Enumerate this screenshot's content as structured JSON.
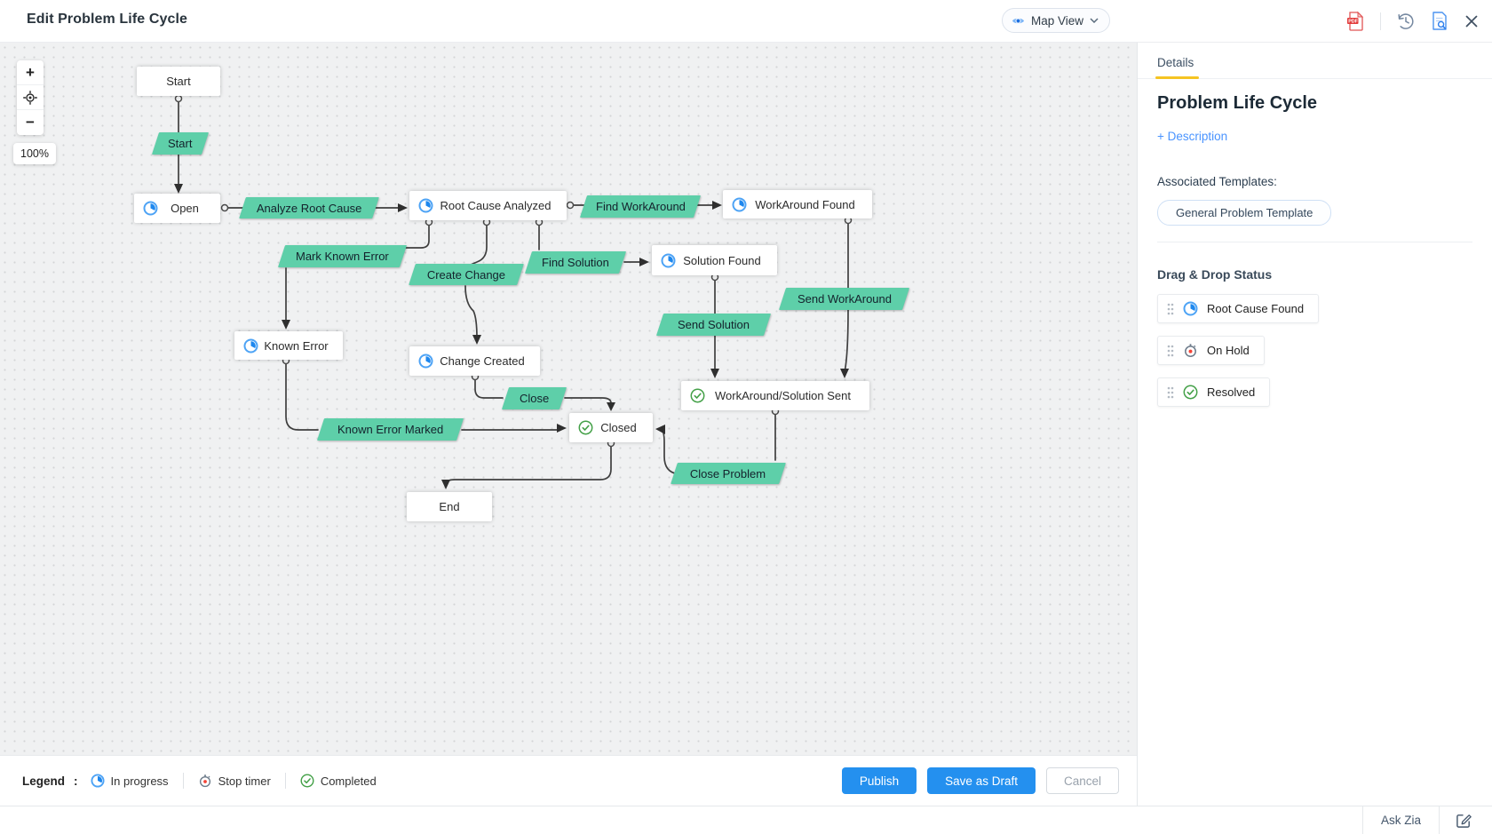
{
  "header": {
    "title": "Edit Problem Life Cycle",
    "view_switcher": "Map View"
  },
  "zoom_controls": {
    "zoom_in": "+",
    "zoom_out": "−",
    "zoom_level": "100%"
  },
  "flowchart": {
    "nodes": [
      {
        "label": "Start",
        "icon": "none"
      },
      {
        "label": "Open",
        "icon": "in-progress"
      },
      {
        "label": "Root Cause Analyzed",
        "icon": "in-progress"
      },
      {
        "label": "WorkAround Found",
        "icon": "in-progress"
      },
      {
        "label": "Solution Found",
        "icon": "in-progress"
      },
      {
        "label": "Known Error",
        "icon": "in-progress"
      },
      {
        "label": "Change Created",
        "icon": "in-progress"
      },
      {
        "label": "WorkAround/Solution Sent",
        "icon": "completed"
      },
      {
        "label": "Closed",
        "icon": "completed"
      },
      {
        "label": "End",
        "icon": "none"
      }
    ],
    "transitions": [
      {
        "label": "Start"
      },
      {
        "label": "Analyze Root Cause"
      },
      {
        "label": "Find WorkAround"
      },
      {
        "label": "Mark Known Error"
      },
      {
        "label": "Create Change"
      },
      {
        "label": "Find Solution"
      },
      {
        "label": "Send WorkAround"
      },
      {
        "label": "Send Solution"
      },
      {
        "label": "Close"
      },
      {
        "label": "Known Error Marked"
      },
      {
        "label": "Close Problem"
      }
    ]
  },
  "sidebar": {
    "tab_label": "Details",
    "title": "Problem Life Cycle",
    "description_link": "+ Description",
    "templates_label": "Associated Templates:",
    "templates": [
      {
        "label": "General Problem Template"
      }
    ],
    "drag_drop_heading": "Drag & Drop Status",
    "statuses": [
      {
        "label": "Root Cause Found",
        "icon": "in-progress"
      },
      {
        "label": "On Hold",
        "icon": "stop-timer"
      },
      {
        "label": "Resolved",
        "icon": "completed"
      }
    ]
  },
  "legend": {
    "label": "Legend",
    "separator": ":",
    "items": [
      {
        "label": "In progress",
        "icon": "in-progress"
      },
      {
        "label": "Stop timer",
        "icon": "stop-timer"
      },
      {
        "label": "Completed",
        "icon": "completed"
      }
    ]
  },
  "actions": {
    "publish": "Publish",
    "save_as_draft": "Save as Draft",
    "cancel": "Cancel"
  },
  "bottom_bar": {
    "ask_zia": "Ask Zia"
  },
  "colors": {
    "accent_blue": "#2490ef",
    "transition_green": "#5ecfa9",
    "tab_underline_yellow": "#f5c422",
    "in_progress_blue": "#1d87ee",
    "completed_green": "#43a047",
    "stop_timer_red": "#f44336",
    "canvas_background": "#f0f1f2"
  }
}
